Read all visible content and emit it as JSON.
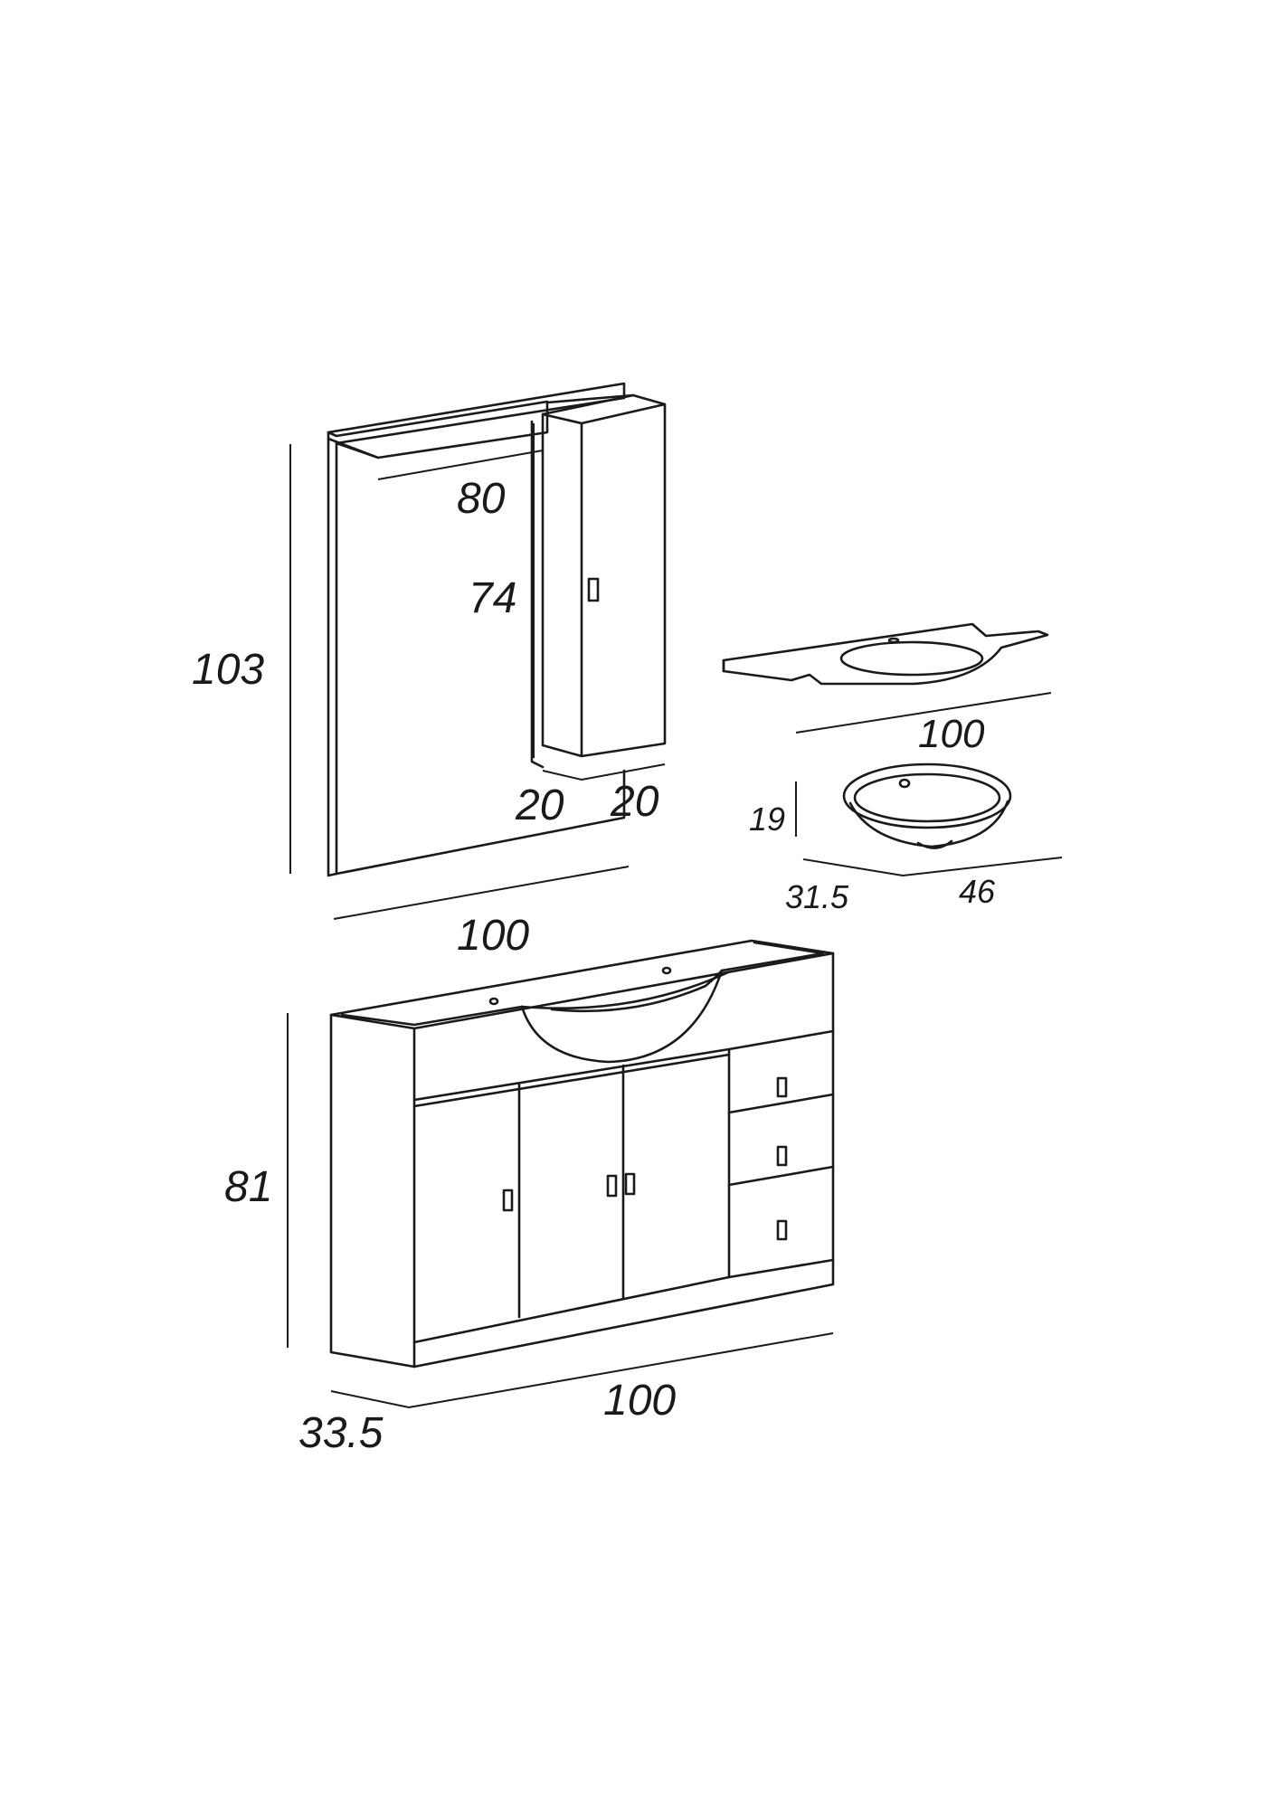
{
  "diagram": {
    "mirror_unit": {
      "height_label": "103",
      "width_label": "100",
      "shelf_label": "80",
      "column_height_label": "74",
      "column_width_label": "20",
      "column_depth_label": "20"
    },
    "countertop": {
      "width_label": "100"
    },
    "basin": {
      "height_label": "19",
      "depth_label": "31.5",
      "width_label": "46"
    },
    "vanity": {
      "height_label": "81",
      "width_label": "100",
      "depth_label": "33.5"
    }
  }
}
